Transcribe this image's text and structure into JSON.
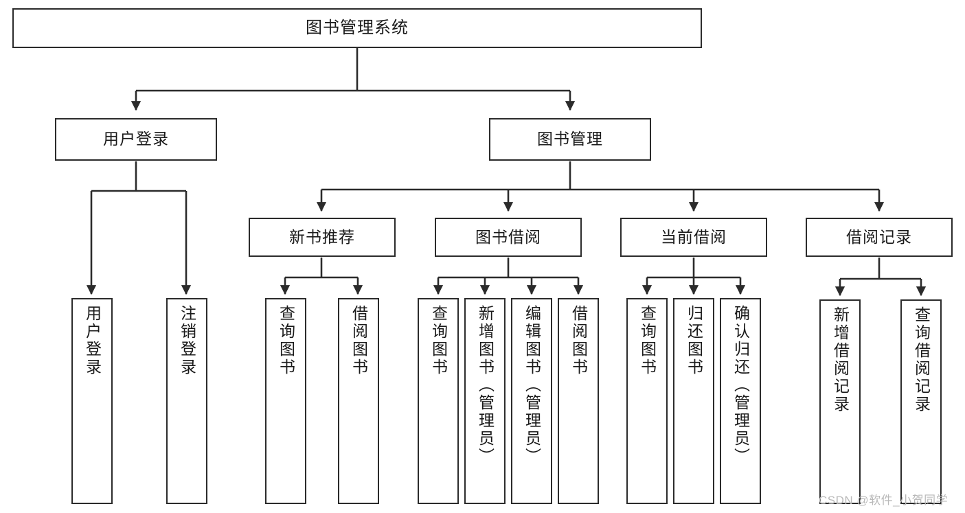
{
  "diagram": {
    "type": "tree",
    "title": "图书管理系统",
    "background_color": "#ffffff",
    "box_border_color": "#2b2b2b",
    "text_color": "#1a1a1a",
    "connector_color": "#2b2b2b",
    "nodes": {
      "root": {
        "label": "图书管理系统"
      },
      "level2": [
        {
          "label": "用户登录"
        },
        {
          "label": "图书管理"
        }
      ],
      "level3": [
        {
          "label": "新书推荐"
        },
        {
          "label": "图书借阅"
        },
        {
          "label": "当前借阅"
        },
        {
          "label": "借阅记录"
        }
      ],
      "leaves": {
        "user_login": [
          {
            "label": "用户登录"
          },
          {
            "label": "注销登录"
          }
        ],
        "new_book_recommend": [
          {
            "label": "查询图书"
          },
          {
            "label": "借阅图书"
          }
        ],
        "book_borrow": [
          {
            "label": "查询图书"
          },
          {
            "label": "新增图书（管理员）"
          },
          {
            "label": "编辑图书（管理员）"
          },
          {
            "label": "借阅图书"
          }
        ],
        "current_borrow": [
          {
            "label": "查询图书"
          },
          {
            "label": "归还图书"
          },
          {
            "label": "确认归还（管理员）"
          }
        ],
        "borrow_record": [
          {
            "label": "新增借阅记录"
          },
          {
            "label": "查询借阅记录"
          }
        ]
      }
    }
  },
  "watermark": {
    "text": "CSDN @软件_小贺同学",
    "color": "#b9b9b9"
  }
}
